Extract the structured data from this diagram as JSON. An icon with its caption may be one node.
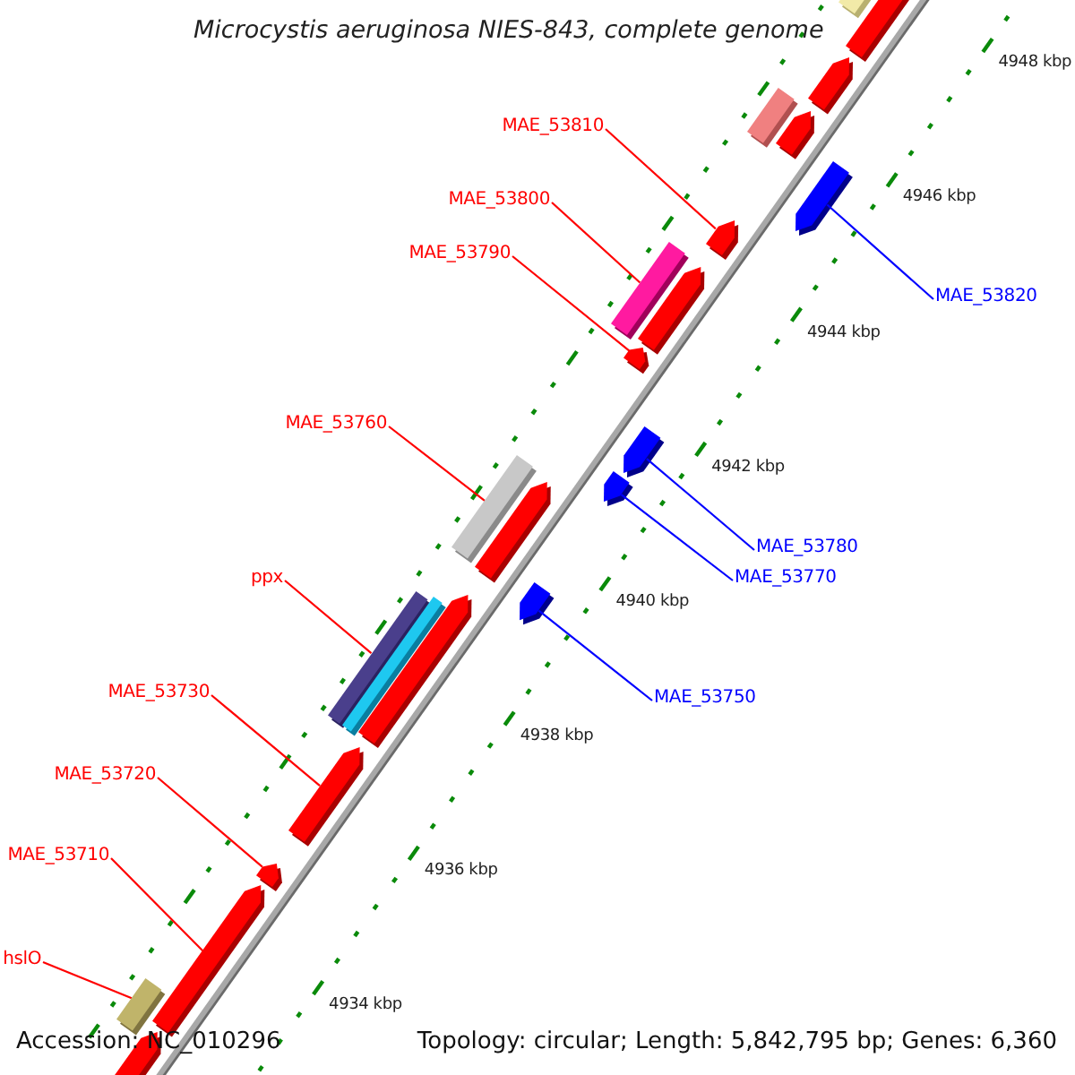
{
  "diagram": {
    "title": "Microcystis aeruginosa NIES-843, complete genome",
    "nodes": [
      {
        "text": [
          "MAE_53810"
        ]
      },
      {
        "text": [
          "MAE_53800"
        ]
      },
      {
        "text": [
          "MAE_53790"
        ]
      },
      {
        "text": [
          "MAE_53820"
        ]
      },
      {
        "text": [
          "MAE_53760"
        ]
      },
      {
        "text": [
          "MAE_53780"
        ]
      },
      {
        "text": [
          "ppx"
        ]
      },
      {
        "text": [
          "MAE_53770"
        ]
      },
      {
        "text": [
          "MAE_53730"
        ]
      },
      {
        "text": [
          "MAE_53750"
        ]
      },
      {
        "text": [
          "MAE_53720"
        ]
      },
      {
        "text": [
          "MAE_53710"
        ]
      },
      {
        "text": [
          "hslO"
        ]
      },
      {
        "text": [],
        "shape": "bar"
      },
      {
        "text": [],
        "shape": "pentagon"
      },
      {
        "text": [],
        "shape": "pentagon"
      },
      {
        "text": [],
        "shape": "bar"
      },
      {
        "text": [],
        "shape": "pentagon"
      },
      {
        "text": [],
        "shape": "pentagon"
      },
      {
        "text": [],
        "shape": "pentagon"
      },
      {
        "text": [],
        "shape": "bar"
      },
      {
        "text": [],
        "shape": "pentagon"
      },
      {
        "text": [],
        "shape": "pentagon"
      },
      {
        "text": [],
        "shape": "pentagon"
      },
      {
        "text": [],
        "shape": "pentagon"
      },
      {
        "text": [],
        "shape": "bar"
      },
      {
        "text": [],
        "shape": "pentagon"
      },
      {
        "text": [],
        "shape": "pentagon"
      },
      {
        "text": [],
        "shape": "bar"
      },
      {
        "text": [],
        "shape": "bar"
      },
      {
        "text": [],
        "shape": "pentagon"
      },
      {
        "text": [],
        "shape": "pentagon"
      },
      {
        "text": [],
        "shape": "pentagon"
      },
      {
        "text": [],
        "shape": "pentagon"
      },
      {
        "text": [],
        "shape": "bar"
      },
      {
        "text": [],
        "shape": "pentagon"
      }
    ],
    "edges": [
      {
        "from": 0,
        "to": 19,
        "arrow": "none"
      },
      {
        "from": 1,
        "to": 20,
        "arrow": "none"
      },
      {
        "from": 2,
        "to": 22,
        "arrow": "none"
      },
      {
        "from": 3,
        "to": 18,
        "arrow": "none",
        "color": "#0000ff"
      },
      {
        "from": 4,
        "to": 25,
        "arrow": "none"
      },
      {
        "from": 5,
        "to": 23,
        "arrow": "none",
        "color": "#0000ff"
      },
      {
        "from": 6,
        "to": 28,
        "arrow": "none"
      },
      {
        "from": 7,
        "to": 24,
        "arrow": "none",
        "color": "#0000ff"
      },
      {
        "from": 8,
        "to": 31,
        "arrow": "none"
      },
      {
        "from": 9,
        "to": 27,
        "arrow": "none",
        "color": "#0000ff"
      },
      {
        "from": 10,
        "to": 32,
        "arrow": "none"
      },
      {
        "from": 11,
        "to": 33,
        "arrow": "none"
      },
      {
        "from": 12,
        "to": 34,
        "arrow": "none"
      }
    ],
    "labels": [
      "4948 kbp",
      "4946 kbp",
      "4944 kbp",
      "4942 kbp",
      "4940 kbp",
      "4938 kbp",
      "4936 kbp",
      "4934 kbp",
      "Accession: NC_010296",
      "Topology: circular; Length: 5,842,795 bp; Genes: 6,360"
    ]
  }
}
